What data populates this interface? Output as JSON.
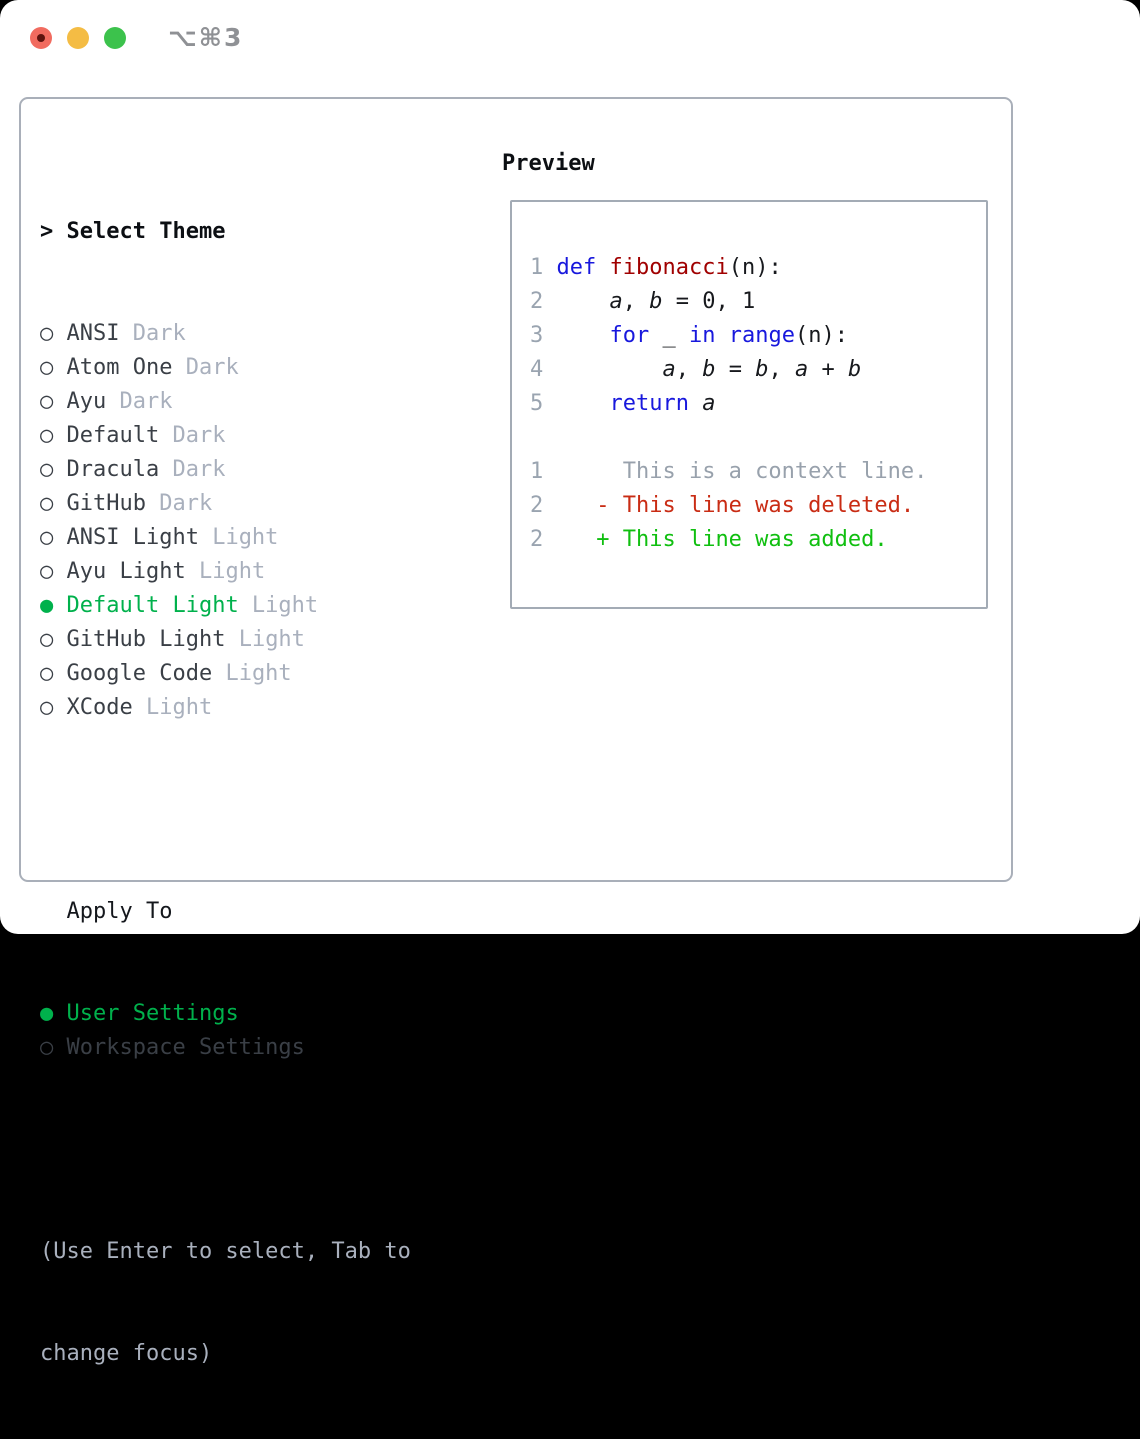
{
  "window": {
    "title": "⌥⌘3",
    "traffic_lights": {
      "close_color": "#f16b5f",
      "close_dot_color": "#5e130e",
      "minimize_color": "#f4bc44",
      "zoom_color": "#3cc24c"
    }
  },
  "theme_select": {
    "cursor": ">",
    "header": "Select Theme",
    "items": [
      {
        "name": "ANSI",
        "variant": "Dark",
        "selected": false
      },
      {
        "name": "Atom One",
        "variant": "Dark",
        "selected": false
      },
      {
        "name": "Ayu",
        "variant": "Dark",
        "selected": false
      },
      {
        "name": "Default",
        "variant": "Dark",
        "selected": false
      },
      {
        "name": "Dracula",
        "variant": "Dark",
        "selected": false
      },
      {
        "name": "GitHub",
        "variant": "Dark",
        "selected": false
      },
      {
        "name": "ANSI Light",
        "variant": "Light",
        "selected": false
      },
      {
        "name": "Ayu Light",
        "variant": "Light",
        "selected": false
      },
      {
        "name": "Default Light",
        "variant": "Light",
        "selected": true
      },
      {
        "name": "GitHub Light",
        "variant": "Light",
        "selected": false
      },
      {
        "name": "Google Code",
        "variant": "Light",
        "selected": false
      },
      {
        "name": "XCode",
        "variant": "Light",
        "selected": false
      }
    ]
  },
  "apply_to": {
    "header": "Apply To",
    "items": [
      {
        "label": "User Settings",
        "selected": true
      },
      {
        "label": "Workspace Settings",
        "selected": false
      }
    ]
  },
  "hint_lines": [
    "(Use Enter to select, Tab to",
    "change focus)"
  ],
  "preview": {
    "label": "Preview",
    "lines": [
      {
        "num": "1",
        "tokens": [
          [
            "def",
            "kw"
          ],
          [
            " ",
            "pl"
          ],
          [
            "fibonacci",
            "fn"
          ],
          [
            "(n):",
            "pl"
          ]
        ]
      },
      {
        "num": "2",
        "tokens": [
          [
            "    ",
            "pl"
          ],
          [
            "a",
            "va"
          ],
          [
            ", ",
            "pl"
          ],
          [
            "b",
            "va"
          ],
          [
            " = 0, 1",
            "pl"
          ]
        ]
      },
      {
        "num": "3",
        "tokens": [
          [
            "    ",
            "pl"
          ],
          [
            "for",
            "kw"
          ],
          [
            " _ ",
            "pl"
          ],
          [
            "in",
            "kw"
          ],
          [
            " ",
            "pl"
          ],
          [
            "range",
            "kw"
          ],
          [
            "(n):",
            "pl"
          ]
        ]
      },
      {
        "num": "4",
        "tokens": [
          [
            "        ",
            "pl"
          ],
          [
            "a",
            "va"
          ],
          [
            ", ",
            "pl"
          ],
          [
            "b",
            "va"
          ],
          [
            " = ",
            "pl"
          ],
          [
            "b",
            "va"
          ],
          [
            ", ",
            "pl"
          ],
          [
            "a",
            "va"
          ],
          [
            " + ",
            "pl"
          ],
          [
            "b",
            "va"
          ]
        ]
      },
      {
        "num": "5",
        "tokens": [
          [
            "    ",
            "pl"
          ],
          [
            "return",
            "kw"
          ],
          [
            " ",
            "pl"
          ],
          [
            "a",
            "va"
          ]
        ]
      },
      {
        "num": "",
        "tokens": []
      },
      {
        "num": "1",
        "tokens": [
          [
            "     This is a context line.",
            "ctx"
          ]
        ]
      },
      {
        "num": "2",
        "tokens": [
          [
            "   - This line was deleted.",
            "del"
          ]
        ]
      },
      {
        "num": "2",
        "tokens": [
          [
            "   + This line was added.",
            "add"
          ]
        ]
      }
    ]
  },
  "bullets": {
    "unselected": "○",
    "selected": "●"
  },
  "colors": {
    "keyword": "#1818dd",
    "function_name": "#a00000",
    "plain_code": "#17191d",
    "context_line": "#98a1ac",
    "deleted_line": "#c92c14",
    "added_line": "#10bf10",
    "line_number": "#9aa4b0",
    "selected_green": "#00b14c",
    "item_text": "#3a3f46",
    "variant_tag": "#a9b0bd",
    "hint_text": "#a9b0bd",
    "panel_border": "#a9afb9",
    "window_title": "#8f9195"
  }
}
